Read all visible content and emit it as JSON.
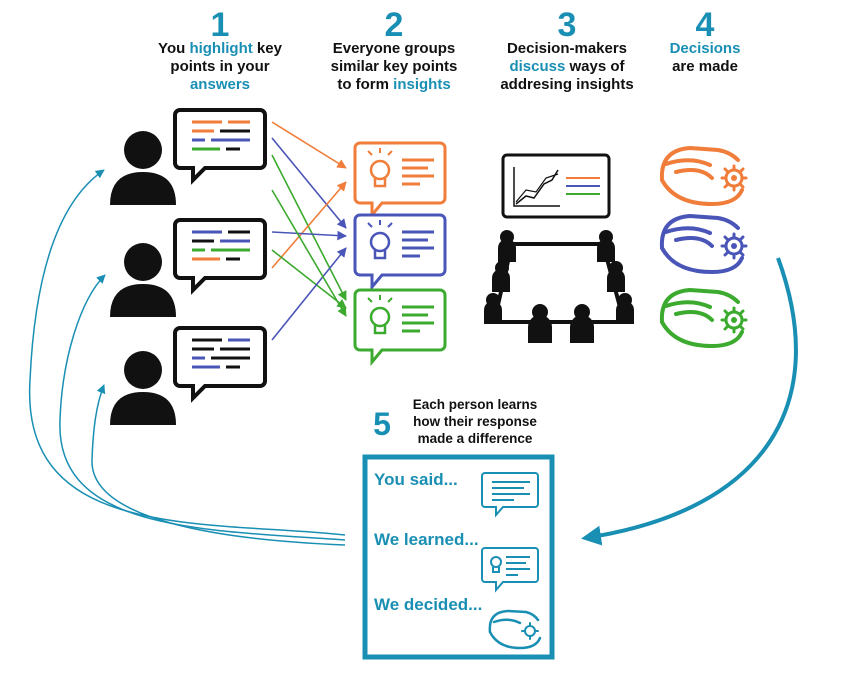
{
  "colors": {
    "accent": "#1a8fb4",
    "orange": "#f07d3a",
    "purple": "#4a55b8",
    "green": "#3caa2e",
    "black": "#111111"
  },
  "steps": [
    {
      "number": "1",
      "caption_parts": [
        {
          "text": "You ",
          "highlight": false
        },
        {
          "text": "highlight",
          "highlight": true
        },
        {
          "text": " key",
          "highlight": false
        },
        {
          "br": true
        },
        {
          "text": "points in your",
          "highlight": false
        },
        {
          "br": true
        },
        {
          "text": "answers",
          "highlight": true
        }
      ]
    },
    {
      "number": "2",
      "caption_parts": [
        {
          "text": "Everyone groups",
          "highlight": false
        },
        {
          "br": true
        },
        {
          "text": "similar key points",
          "highlight": false
        },
        {
          "br": true
        },
        {
          "text": "to form ",
          "highlight": false
        },
        {
          "text": "insights",
          "highlight": true
        }
      ]
    },
    {
      "number": "3",
      "caption_parts": [
        {
          "text": "Decision-makers",
          "highlight": false
        },
        {
          "br": true
        },
        {
          "text": "discuss",
          "highlight": true
        },
        {
          "text": " ways of",
          "highlight": false
        },
        {
          "br": true
        },
        {
          "text": "addresing insights",
          "highlight": false
        }
      ]
    },
    {
      "number": "4",
      "caption_parts": [
        {
          "text": "Decisions",
          "highlight": true
        },
        {
          "br": true
        },
        {
          "text": "are made",
          "highlight": false
        }
      ]
    }
  ],
  "step5": {
    "number": "5",
    "caption_lines": [
      "Each person learns",
      "how their response",
      "made a difference"
    ]
  },
  "feedback_doc": {
    "said": "You said...",
    "learned": "We learned...",
    "decided": "We decided..."
  },
  "icons": {
    "person": "person-icon",
    "speech_bubble": "speech-bubble-icon",
    "insight_bubble": "lightbulb-bubble-icon",
    "meeting": "meeting-table-icon",
    "chart_board": "chart-board-icon",
    "hand_gear": "hand-gear-icon",
    "document": "document-icon"
  }
}
